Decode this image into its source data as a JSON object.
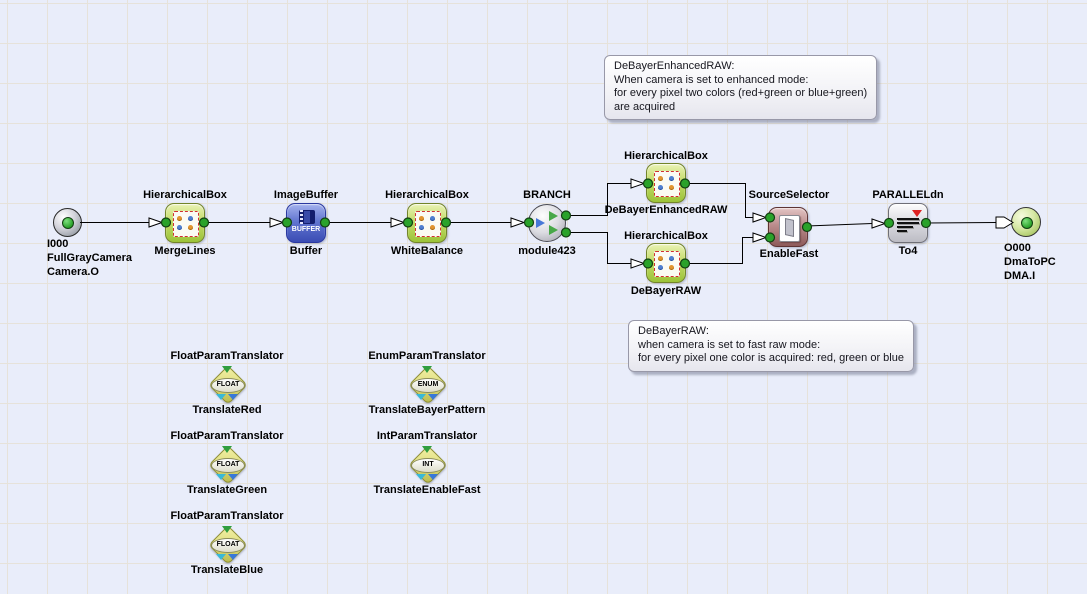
{
  "canvas": {
    "background": "#e9edfa",
    "grid_line": "#e6e2da"
  },
  "nodes": {
    "camera": {
      "lines": [
        "I000",
        "FullGrayCamera",
        "Camera.O"
      ]
    },
    "mergelines": {
      "type": "HierarchicalBox",
      "name": "MergeLines"
    },
    "buffer": {
      "type": "ImageBuffer",
      "name": "Buffer",
      "icon_text": "BUFFER"
    },
    "whitebalance": {
      "type": "HierarchicalBox",
      "name": "WhiteBalance"
    },
    "branch": {
      "type": "BRANCH",
      "name": "module423"
    },
    "debayer_enhanced": {
      "type": "HierarchicalBox",
      "name": "DeBayerEnhancedRAW"
    },
    "debayer_raw": {
      "type": "HierarchicalBox",
      "name": "DeBayerRAW"
    },
    "source_selector": {
      "type": "SourceSelector",
      "name": "EnableFast"
    },
    "parallel_dn": {
      "type": "PARALLELdn",
      "name": "To4"
    },
    "dma": {
      "lines": [
        "O000",
        "DmaToPC",
        "DMA.I"
      ]
    }
  },
  "translators": [
    {
      "type": "FloatParamTranslator",
      "name": "TranslateRed",
      "icon_text": "FLOAT"
    },
    {
      "type": "FloatParamTranslator",
      "name": "TranslateGreen",
      "icon_text": "FLOAT"
    },
    {
      "type": "FloatParamTranslator",
      "name": "TranslateBlue",
      "icon_text": "FLOAT"
    },
    {
      "type": "EnumParamTranslator",
      "name": "TranslateBayerPattern",
      "icon_text": "ENUM"
    },
    {
      "type": "IntParamTranslator",
      "name": "TranslateEnableFast",
      "icon_text": "INT"
    }
  ],
  "comments": [
    {
      "lines": [
        "DeBayerEnhancedRAW:",
        "When camera is set to enhanced mode:",
        "for every pixel two colors (red+green or blue+green)",
        "are acquired"
      ]
    },
    {
      "lines": [
        "DeBayerRAW:",
        "when camera is set to fast raw mode:",
        "for every pixel one color is acquired: red, green or blue"
      ]
    }
  ],
  "colors": {
    "hierarchical_box_green": "#9cc338",
    "image_buffer_blue": "#3a4cb4",
    "source_selector_rose": "#8e5b5b",
    "parallel_gray": "#bcbcc4",
    "translator_khaki": "#dede7c",
    "port_green": "#2aa22a",
    "wire_black": "#000000"
  }
}
